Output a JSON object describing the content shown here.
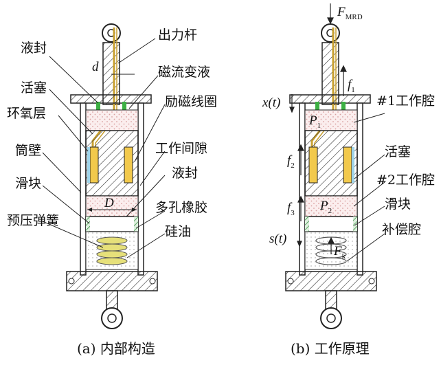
{
  "left_panel": {
    "caption": "(a)  内部构造",
    "labels": {
      "seal_top": "液封",
      "output_rod": "出力杆",
      "d": "d",
      "mr_fluid": "磁流变液",
      "piston": "活塞",
      "excitation_coil": "励磁线圈",
      "epoxy_layer": "环氧层",
      "cylinder_wall": "筒壁",
      "working_gap": "工作间隙",
      "seal_mid": "液封",
      "slider": "滑块",
      "D": "D",
      "porous_rubber": "多孔橡胶",
      "preload_spring": "预压弹簧",
      "silicone_oil": "硅油"
    }
  },
  "right_panel": {
    "caption": "(b)  工作原理",
    "labels": {
      "F": "F",
      "F_sub": "MRD",
      "f1": "f",
      "f1_sub": "1",
      "x_t": "x(t)",
      "chamber1": "#1工作腔",
      "P1": "P",
      "P1_sub": "1",
      "f2": "f",
      "f2_sub": "2",
      "piston": "活塞",
      "chamber2": "#2工作腔",
      "f3": "f",
      "f3_sub": "3",
      "P2": "P",
      "P2_sub": "2",
      "slider": "滑块",
      "s_t": "s(t)",
      "compensation": "补偿腔",
      "Fk": "F",
      "Fk_sub": "k"
    }
  },
  "colors": {
    "line": "#222222",
    "coil": "#f2c94c",
    "epoxy": "#9fd3e8",
    "seal": "#3cb043",
    "spring": "#e6e07a",
    "fluid_dots": "#d9a0a0",
    "rubber_hatch": "#2e8b3a"
  }
}
